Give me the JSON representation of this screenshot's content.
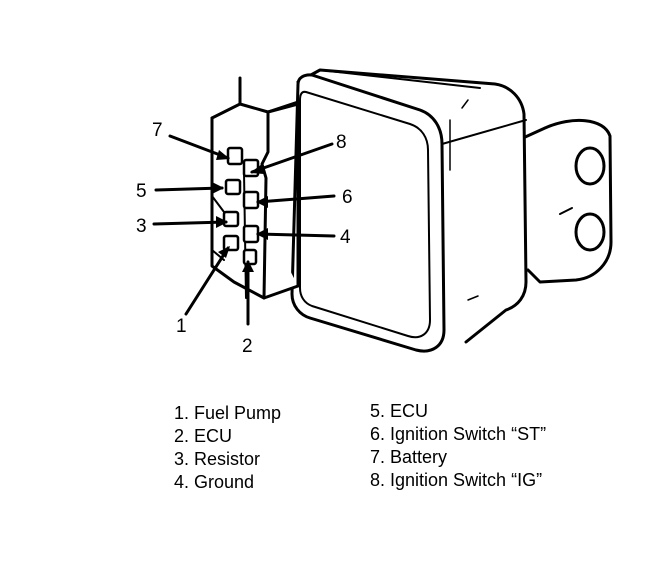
{
  "callouts": {
    "c1": "1",
    "c2": "2",
    "c3": "3",
    "c4": "4",
    "c5": "5",
    "c6": "6",
    "c7": "7",
    "c8": "8"
  },
  "legend": {
    "left": [
      "1. Fuel Pump",
      "2. ECU",
      "3. Resistor",
      "4. Ground"
    ],
    "right": [
      "5. ECU",
      "6. Ignition Switch “ST”",
      "7. Battery",
      "8. Ignition Switch “IG”"
    ]
  }
}
